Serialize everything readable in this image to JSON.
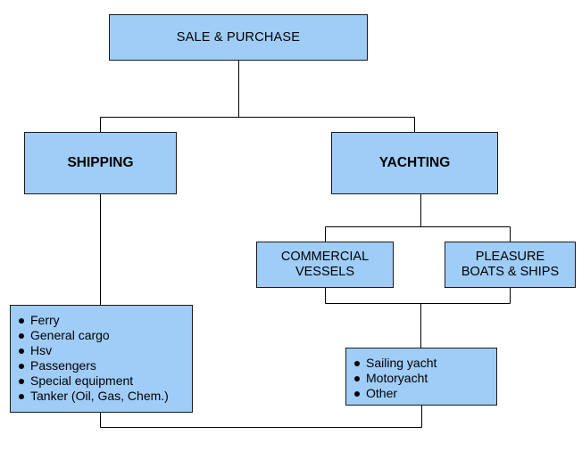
{
  "root": {
    "label": "SALE & PURCHASE"
  },
  "shipping": {
    "label": "SHIPPING",
    "items": [
      "Ferry",
      "General cargo",
      "Hsv",
      "Passengers",
      "Special equipment",
      "Tanker (Oil, Gas, Chem.)"
    ]
  },
  "yachting": {
    "label": "YACHTING",
    "commercial": {
      "line1": "COMMERCIAL",
      "line2": "VESSELS"
    },
    "pleasure": {
      "line1": "PLEASURE",
      "line2": "BOATS & SHIPS"
    },
    "items": [
      "Sailing yacht",
      "Motoryacht",
      "Other"
    ]
  },
  "colors": {
    "box_fill": "#9fcdf7",
    "box_border": "#1a1a1a",
    "connector": "#000000"
  }
}
